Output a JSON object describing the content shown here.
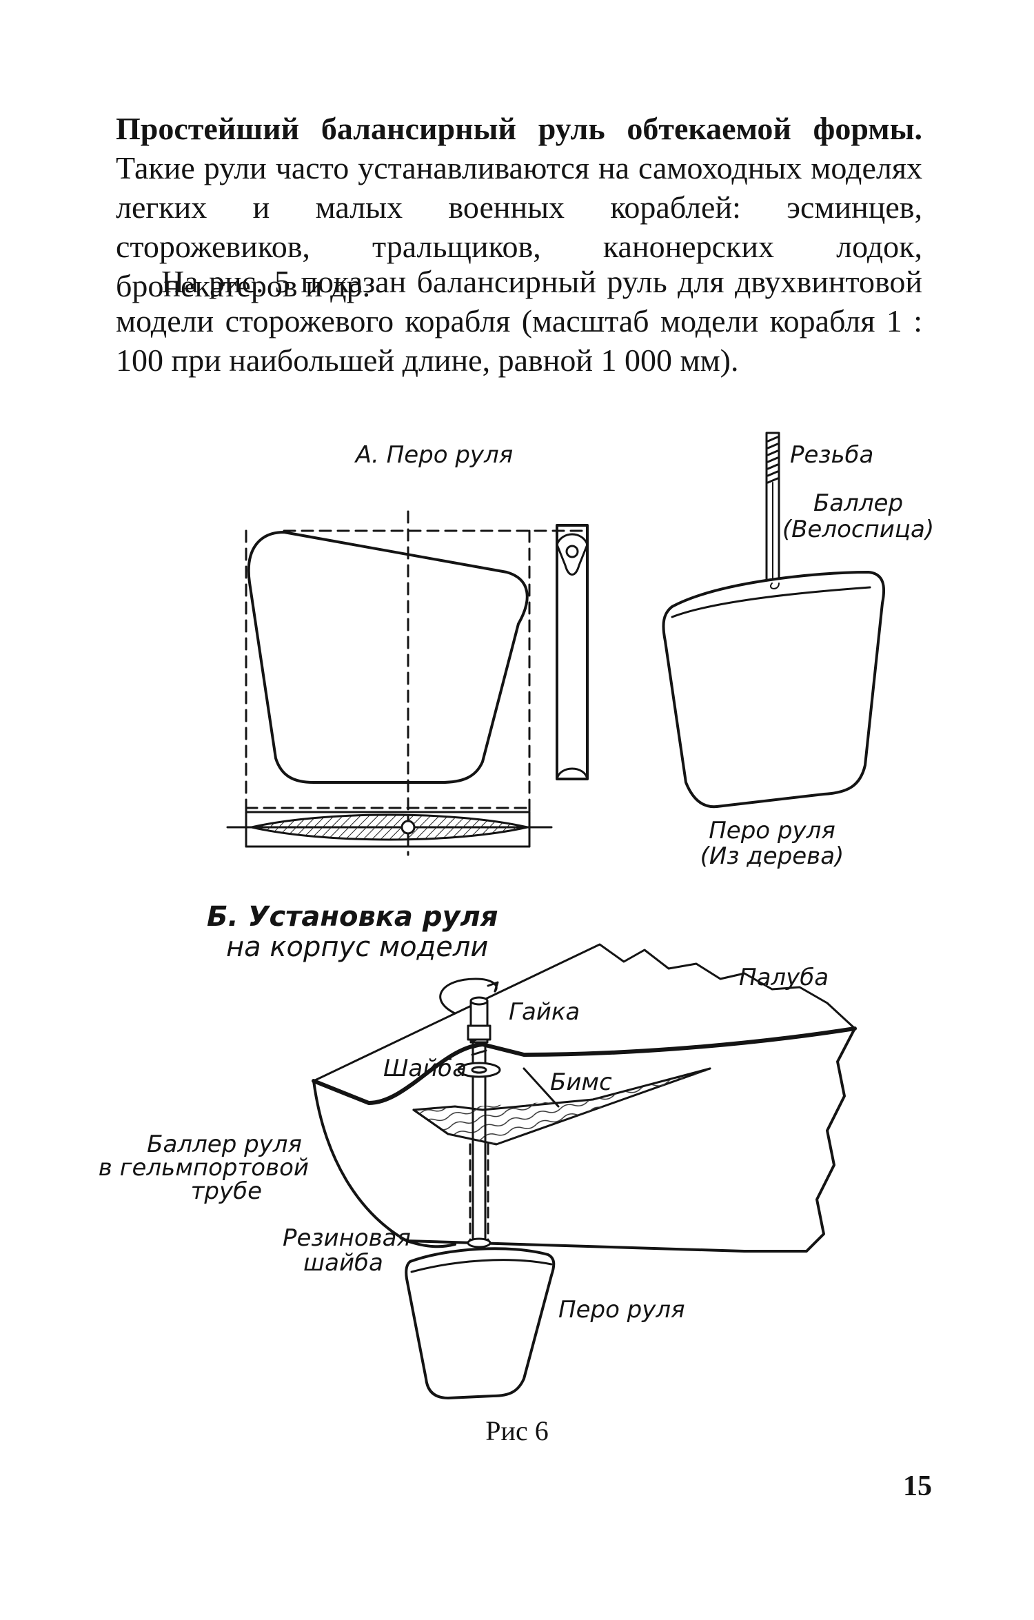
{
  "text": {
    "p1_bold": "Простейший балансирный руль обтекаемой формы.",
    "p1_rest": "Такие рули часто устанавливаются на самоходных моделях легких и малых военных кораблей: эсминцев, сторожевиков, тральщиков, канонерских лодок, бронекатеров и др.",
    "p2": "На рис. 5 показан балансирный руль для двухвинтовой модели сторожевого корабля (масштаб модели корабля 1 : 100 при наибольшей длине, равной 1 000 мм)."
  },
  "figure": {
    "title_a": "А. Перо руля",
    "rezba": "Резьба",
    "baller": "Баллер",
    "velospica": "(Велоспица)",
    "pero_ruly_1": "Перо руля",
    "iz_dereva": "(Из дерева)",
    "title_b_line1": "Б. Установка руля",
    "title_b_line2": "на корпус модели",
    "paluba": "Палуба",
    "gaika": "Гайка",
    "shaiba": "Шайба",
    "bims": "Бимс",
    "baller_ruly_1": "Баллер руля",
    "baller_ruly_2": "в гельмпортовой",
    "baller_ruly_3": "трубе",
    "rezinovaya_1": "Резиновая",
    "rezinovaya_2": "шайба",
    "pero_ruly_2": "Перо руля"
  },
  "caption": "Рис 6",
  "page_number": "15"
}
